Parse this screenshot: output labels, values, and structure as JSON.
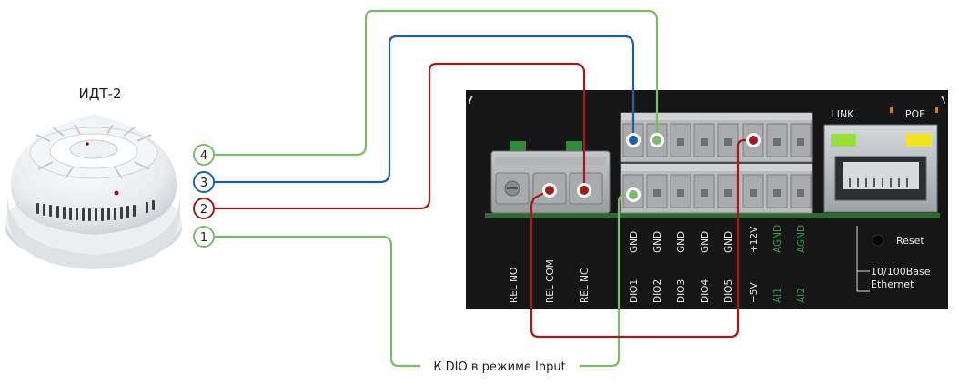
{
  "detector": {
    "title": "ИДТ-2",
    "terminals": [
      "4",
      "3",
      "2",
      "1"
    ]
  },
  "controller": {
    "top_labels": {
      "link": "LINK",
      "poe": "POE"
    },
    "reset_label": "Reset",
    "ethernet_line1": "10/100Base",
    "ethernet_line2": "Ethernet",
    "upper_pins": [
      "GND",
      "GND",
      "GND",
      "GND",
      "GND",
      "+12V",
      "AGND",
      "AGND"
    ],
    "lower_pins": [
      "DIO1",
      "DIO2",
      "DIO3",
      "DIO4",
      "DIO5",
      "+5V",
      "AI1",
      "AI2"
    ],
    "relay_pins": [
      "REL NO",
      "REL COM",
      "REL NC"
    ]
  },
  "note": "К DIO в режиме Input",
  "colors": {
    "wire_green": "#7dbb6a",
    "wire_blue": "#1f5fa8",
    "wire_red": "#a11d1d",
    "panel": "#161616",
    "analog_text": "#2f9a4a",
    "led_green": "#9be03a",
    "led_yellow": "#f3e21c"
  }
}
